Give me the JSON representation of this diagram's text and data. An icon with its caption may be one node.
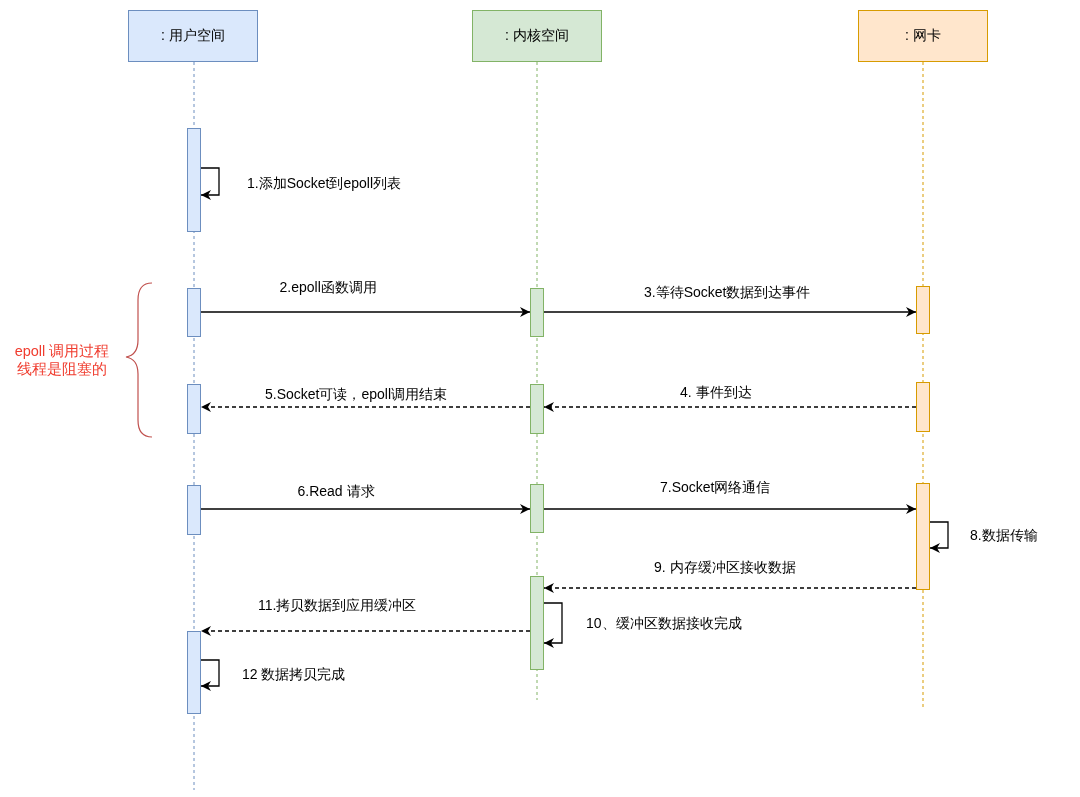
{
  "diagram": {
    "nodes": [
      {
        "text": [
          ": 用户空间"
        ]
      },
      {
        "text": [
          ": 内核空间"
        ]
      },
      {
        "text": [
          ": 网卡"
        ]
      },
      {
        "text": [],
        "shape": "bar"
      },
      {
        "text": [],
        "shape": "bar"
      },
      {
        "text": [],
        "shape": "bar"
      },
      {
        "text": [],
        "shape": "bar"
      },
      {
        "text": [],
        "shape": "bar"
      },
      {
        "text": [],
        "shape": "bar"
      },
      {
        "text": [],
        "shape": "bar"
      },
      {
        "text": [],
        "shape": "bar"
      },
      {
        "text": [],
        "shape": "bar"
      },
      {
        "text": [],
        "shape": "bar"
      },
      {
        "text": [],
        "shape": "bar"
      },
      {
        "text": [],
        "shape": "bar"
      }
    ],
    "edges": [
      {
        "from": 3,
        "to": 3,
        "arrow": "to",
        "label": "1.添加Socket到epoll列表"
      },
      {
        "from": 4,
        "to": 5,
        "arrow": "to",
        "label": "2.epoll函数调用"
      },
      {
        "from": 5,
        "to": 6,
        "arrow": "to",
        "label": "3.等待Socket数据到达事件"
      },
      {
        "from": 9,
        "to": 8,
        "arrow": "to",
        "label": "4. 事件到达",
        "style": "dashed"
      },
      {
        "from": 8,
        "to": 7,
        "arrow": "to",
        "label": "5.Socket可读，epoll调用结束",
        "style": "dashed"
      },
      {
        "from": 10,
        "to": 11,
        "arrow": "to",
        "label": "6.Read 请求"
      },
      {
        "from": 11,
        "to": 12,
        "arrow": "to",
        "label": "7.Socket网络通信"
      },
      {
        "from": 12,
        "to": 12,
        "arrow": "to",
        "label": "8.数据传输"
      },
      {
        "from": 12,
        "to": 13,
        "arrow": "to",
        "label": "9. 内存缓冲区接收数据",
        "style": "dashed"
      },
      {
        "from": 13,
        "to": 13,
        "arrow": "to",
        "label": "10、缓冲区数据接收完成"
      },
      {
        "from": 13,
        "to": 14,
        "arrow": "to",
        "label": "11.拷贝数据到应用缓冲区",
        "style": "dashed"
      },
      {
        "from": 14,
        "to": 14,
        "arrow": "to",
        "label": "12 数据拷贝完成"
      }
    ],
    "labels": [
      "epoll 调用过程线程是阻塞的"
    ]
  }
}
